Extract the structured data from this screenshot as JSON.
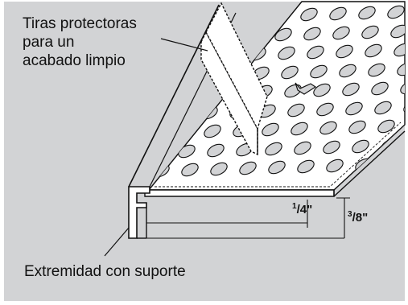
{
  "callouts": {
    "top_line1": "Tiras protectoras",
    "top_line2": "para un",
    "top_line3": "acabado limpio",
    "bottom": "Extremidad con suporte"
  },
  "dimensions": {
    "quarter": {
      "num": "1",
      "den": "4\""
    },
    "three_eighths": {
      "num": "3",
      "den": "8\""
    }
  },
  "colors": {
    "background": "#d2d3d5",
    "part_fill": "#ffffff",
    "ink": "#111111"
  }
}
